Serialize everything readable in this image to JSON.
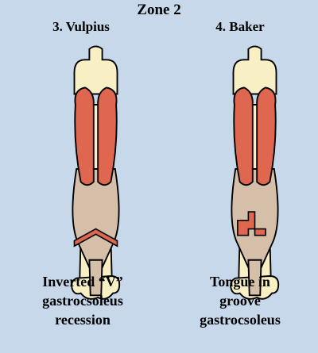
{
  "title": "Zone 2",
  "panels": [
    {
      "label": "3. Vulpius",
      "caption_lines": [
        "Inverted “V”",
        "gastrocsoleus",
        "recession"
      ]
    },
    {
      "label": "4. Baker",
      "caption_lines": [
        "Tongue in",
        "groove",
        "gastrocsoleus"
      ]
    }
  ],
  "colors": {
    "background": "#c6d8ea",
    "bone": "#f8efc4",
    "muscle": "#e0674f",
    "tendon": "#d6bfa8",
    "outline": "#000000"
  }
}
